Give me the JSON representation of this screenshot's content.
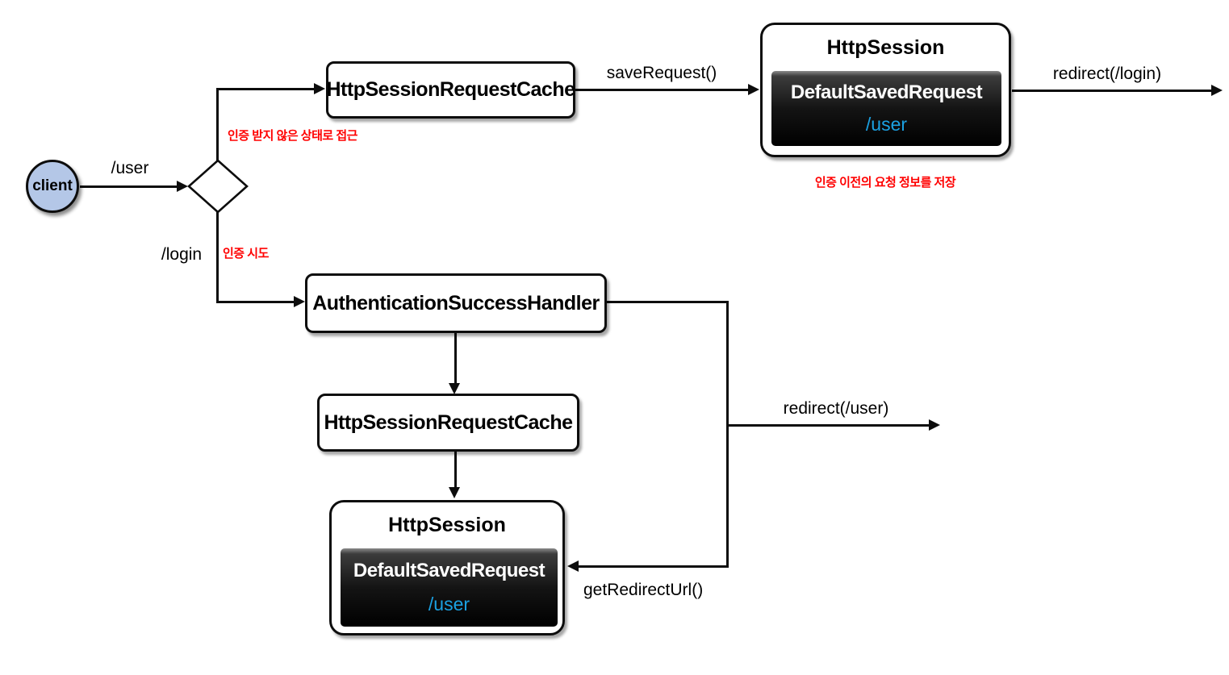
{
  "diagram": {
    "nodes": {
      "client": {
        "label": "client"
      },
      "request_cache_top": {
        "label": "HttpSessionRequestCache"
      },
      "http_session_top": {
        "title": "HttpSession",
        "object": "DefaultSavedRequest",
        "value": "/user"
      },
      "auth_success_handler": {
        "label": "AuthenticationSuccessHandler"
      },
      "request_cache_bottom": {
        "label": "HttpSessionRequestCache"
      },
      "http_session_bottom": {
        "title": "HttpSession",
        "object": "DefaultSavedRequest",
        "value": "/user"
      }
    },
    "edges": {
      "user_path": {
        "label": "/user"
      },
      "login_path": {
        "label": "/login"
      },
      "save_request": {
        "label": "saveRequest()"
      },
      "redirect_login": {
        "label": "redirect(/login)"
      },
      "redirect_user": {
        "label": "redirect(/user)"
      },
      "get_redirect_url": {
        "label": "getRedirectUrl()"
      }
    },
    "annotations": {
      "unauthenticated_access": "인증 받지 않은 상태로 접근",
      "auth_attempt": "인증 시도",
      "stores_request_info": "인증 이전의 요청 정보를 저장"
    },
    "colors": {
      "client_fill": "#b4c7e7",
      "annotation_red": "#ff0000",
      "value_blue": "#1ba1e2",
      "line_black": "#0d0d0d",
      "box_fill": "#ffffff",
      "inner_box_fill": "#000000"
    }
  }
}
